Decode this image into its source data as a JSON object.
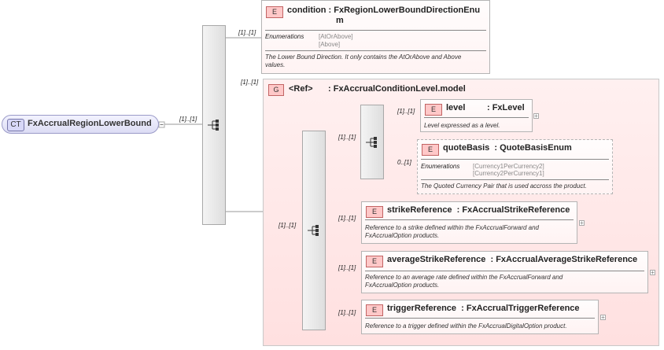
{
  "root": {
    "badge": "CT",
    "name": "FxAccrualRegionLowerBound"
  },
  "cardinalities": {
    "root_seq": "[1]..[1]",
    "condition": "[1]..[1]",
    "group": "[1]..[1]",
    "inner_seq": "[1]..[1]",
    "cond_seq": "[1]..[1]",
    "level": "[1]..[1]",
    "quote_basis": "0..[1]",
    "strike_reference": "[1]..[1]",
    "average_strike_reference": "[1]..[1]",
    "trigger_reference": "[1]..[1]"
  },
  "group": {
    "badge": "G",
    "ref": "<Ref>",
    "title": ": FxAccrualConditionLevel.model"
  },
  "elements": {
    "condition": {
      "badge": "E",
      "name_line1": "condition  : FxRegionLowerBoundDirectionEnu",
      "name_line2": "m",
      "enum_label": "Enumerations",
      "enum_values": [
        "[AtOrAbove]",
        "[Above]"
      ],
      "doc_line1": "The Lower Bound Direction. It only contains the AtOrAbove and Above",
      "doc_line2": "values."
    },
    "level": {
      "badge": "E",
      "name": "level         : FxLevel",
      "doc": "Level expressed as a level."
    },
    "quote_basis": {
      "badge": "E",
      "name": "quoteBasis  : QuoteBasisEnum",
      "enum_label": "Enumerations",
      "enum_values": [
        "[Currency1PerCurrency2]",
        "[Currency2PerCurrency1]"
      ],
      "doc": "The Quoted Currency Pair that is used accross the product."
    },
    "strike_reference": {
      "badge": "E",
      "name": "strikeReference  : FxAccrualStrikeReference",
      "doc_line1": "Reference to a strike defined within the FxAccrualForward and",
      "doc_line2": "FxAccrualOption products."
    },
    "average_strike_reference": {
      "badge": "E",
      "name": "averageStrikeReference  : FxAccrualAverageStrikeReference",
      "doc_line1": "Reference to an average rate defined within the FxAccrualForward and",
      "doc_line2": "FxAccrualOption products."
    },
    "trigger_reference": {
      "badge": "E",
      "name": "triggerReference  : FxAccrualTriggerReference",
      "doc": "Reference to a trigger defined within the FxAccrualDigitalOption product."
    }
  },
  "icons": {
    "sequence": "sequence-icon",
    "expand": "plus-icon"
  }
}
